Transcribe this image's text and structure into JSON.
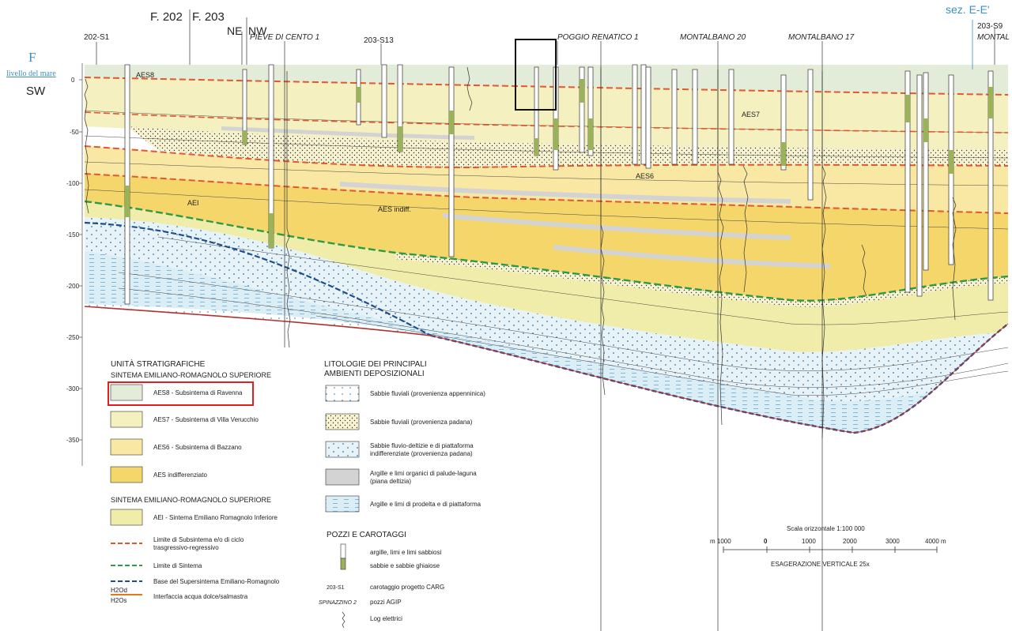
{
  "header": {
    "sheet_202": "F. 202",
    "sheet_203": "F. 203",
    "ne": "NE",
    "nw": "NW",
    "section_label": "sez. E-E'",
    "left_letter": "F",
    "sea_level": "livello del mare",
    "sw": "SW"
  },
  "wells": [
    "202-S1",
    "PIEVE DI CENTO 1",
    "203-S13",
    "POGGIO RENATICO 1",
    "MONTALBANO 20",
    "MONTALBANO 17",
    "203-S9",
    "MONTAL"
  ],
  "depth_ticks": [
    "0",
    "-50",
    "-100",
    "-150",
    "-200",
    "-250",
    "-300",
    "-350"
  ],
  "unit_labels": {
    "aes8": "AES8",
    "aes7": "AES7",
    "aes6": "AES6",
    "aei": "AEI",
    "aes_indiff": "AES indiff."
  },
  "legend_units": {
    "title": "UNITÀ STRATIGRAFICHE",
    "subtitle_sup": "SINTEMA EMILIANO-ROMAGNOLO SUPERIORE",
    "aes8": "AES8 - Subsintema di Ravenna",
    "aes7": "AES7 - Subsintema di Villa Verucchio",
    "aes6": "AES6 - Subsintema di Bazzano",
    "aes_ind": "AES indifferenziato",
    "subtitle_inf": "SINTEMA EMILIANO-ROMAGNOLO SUPERIORE",
    "aei": "AEI - Sintema Emiliano Romagnolo Inferiore",
    "limit_sub_1": "Limite di Subsintema e/o di ciclo",
    "limit_sub_2": "trasgressivo-regressivo",
    "limit_sint": "Limite di Sintema",
    "base_super": "Base del Supersintema Emiliano-Romagnolo",
    "h2od": "H2Od",
    "h2os": "H2Os",
    "interface": "Interfaccia acqua dolce/salmastra"
  },
  "legend_litho": {
    "title_1": "LITOLOGIE DEI PRINCIPALI",
    "title_2": "AMBIENTI DEPOSIZIONALI",
    "l1": "Sabbie fluviali (provenienza appenninica)",
    "l2": "Sabbie fluviali (provenienza padana)",
    "l3a": "Sabbie fluvio-deltizie e di piattaforma",
    "l3b": "indifferenziate (provenienza padana)",
    "l4a": "Argille e limi organici di palude-laguna",
    "l4b": "(piana deltizia)",
    "l5": "Argille e limi di prodelta e di piattaforma"
  },
  "legend_wells": {
    "title": "POZZI E CAROTAGGI",
    "w1": "argille, limi e limi sabbiosi",
    "w2": "sabbie e sabbie ghiaiose",
    "carg_code": "203-S1",
    "carg": "carotaggio progetto CARG",
    "agip_code": "SPINAZZINO 2",
    "agip": "pozzi AGIP",
    "logs": "Log elettrici"
  },
  "scale": {
    "title": "Scala orizzontale 1:100 000",
    "ticks": [
      "m 1000",
      "0",
      "1000",
      "2000",
      "3000",
      "4000 m"
    ],
    "exaggeration": "ESAGERAZIONE VERTICALE 25x"
  },
  "colors": {
    "aes8": "#e3ecd8",
    "aes7": "#f4f0bf",
    "aes6": "#f8e8a4",
    "aes_ind": "#f4d66a",
    "aei": "#efeda9",
    "clay": "#d3d3d3",
    "prodelta": "#dbeef6",
    "deltaic": "#e8f3f8",
    "limit_sub": "#e4572e",
    "limit_sint": "#2e9a48",
    "base": "#1f4e8c",
    "highlight_red": "#e02020"
  }
}
